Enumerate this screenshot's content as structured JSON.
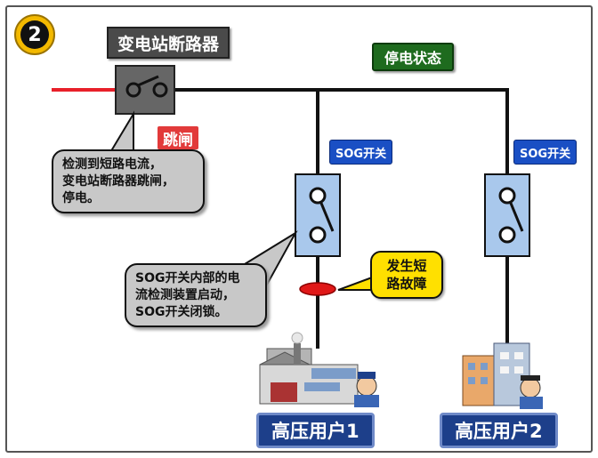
{
  "step_number": "2",
  "title": "变电站断路器",
  "status_label": "停电状态",
  "trip_label": "跳闸",
  "breaker_note": "检测到短路电流，\n变电站断路器跳闸，\n停电。",
  "sog_labels": [
    "SOG开关",
    "SOG开关"
  ],
  "sog_note": "SOG开关内部的电\n流检测装置启动，\nSOG开关闭锁。",
  "fault_label": "发生短\n路故障",
  "users": [
    "高压用户1",
    "高压用户2"
  ],
  "colors": {
    "feeder_in": "#e8202a",
    "line": "#111111",
    "switch_body": "#a9c8ec",
    "sog_label_bg": "#1a4fc4",
    "user_label_bg": "#1d3f8a",
    "fault_marker": "#e01818",
    "fault_bubble": "#ffe000",
    "status_bg": "#1e6b1e",
    "title_bg": "#4a4a4a"
  }
}
